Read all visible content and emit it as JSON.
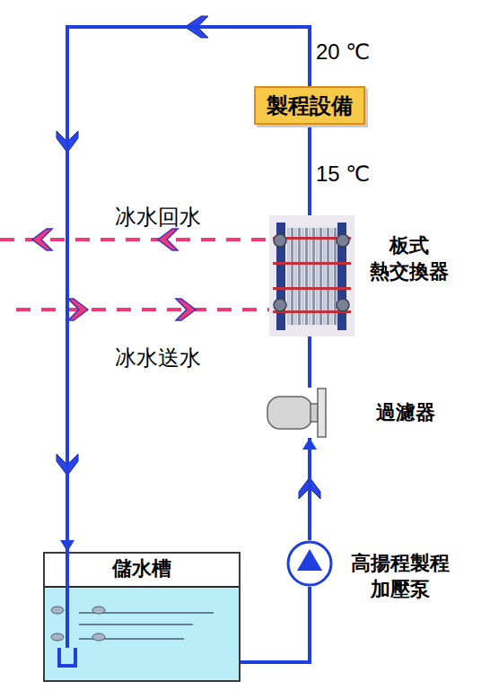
{
  "diagram": {
    "nodes": [
      {
        "text": [
          "製程設備"
        ]
      },
      {
        "text": [
          "板式 熱交換器"
        ]
      },
      {
        "text": [
          "過濾器"
        ]
      },
      {
        "text": [
          "高揚程製程 加壓泵"
        ]
      },
      {
        "text": [
          "儲水槽"
        ]
      }
    ],
    "edges": [
      {
        "from": 4,
        "to": 3,
        "arrow": "none"
      },
      {
        "from": 3,
        "to": 2,
        "arrow": "to"
      },
      {
        "from": 2,
        "to": 1,
        "arrow": "none"
      },
      {
        "from": 1,
        "to": 0,
        "arrow": "none"
      },
      {
        "from": 0,
        "to": 4,
        "arrow": "to"
      }
    ],
    "labels": [
      "20 ℃",
      "15 ℃",
      "冰水回水",
      "冰水送水"
    ]
  }
}
